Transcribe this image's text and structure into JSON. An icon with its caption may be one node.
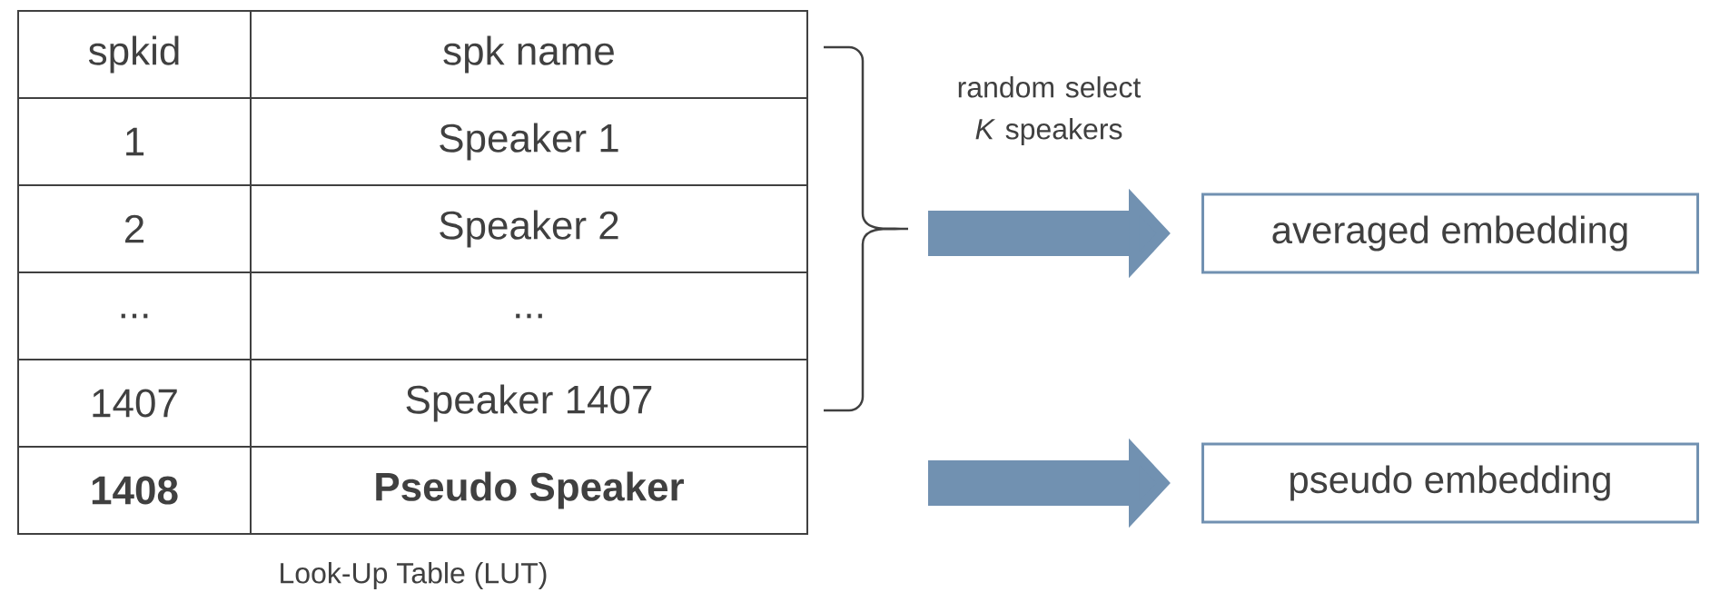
{
  "diagram": {
    "nodes": [
      {
        "text": [
          "averaged embedding"
        ]
      },
      {
        "text": [
          "pseudo embedding"
        ]
      }
    ],
    "edges": [
      {
        "from": null,
        "to": 0,
        "arrow": "to"
      },
      {
        "from": null,
        "to": 1,
        "arrow": "to"
      }
    ],
    "labels": [
      "spkid",
      "spk name",
      "1",
      "Speaker 1",
      "2",
      "Speaker 2",
      "...",
      "...",
      "1407",
      "Speaker 1407",
      "1408",
      "Pseudo Speaker",
      "Look-Up Table (LUT)",
      "random select *K* speakers"
    ]
  }
}
